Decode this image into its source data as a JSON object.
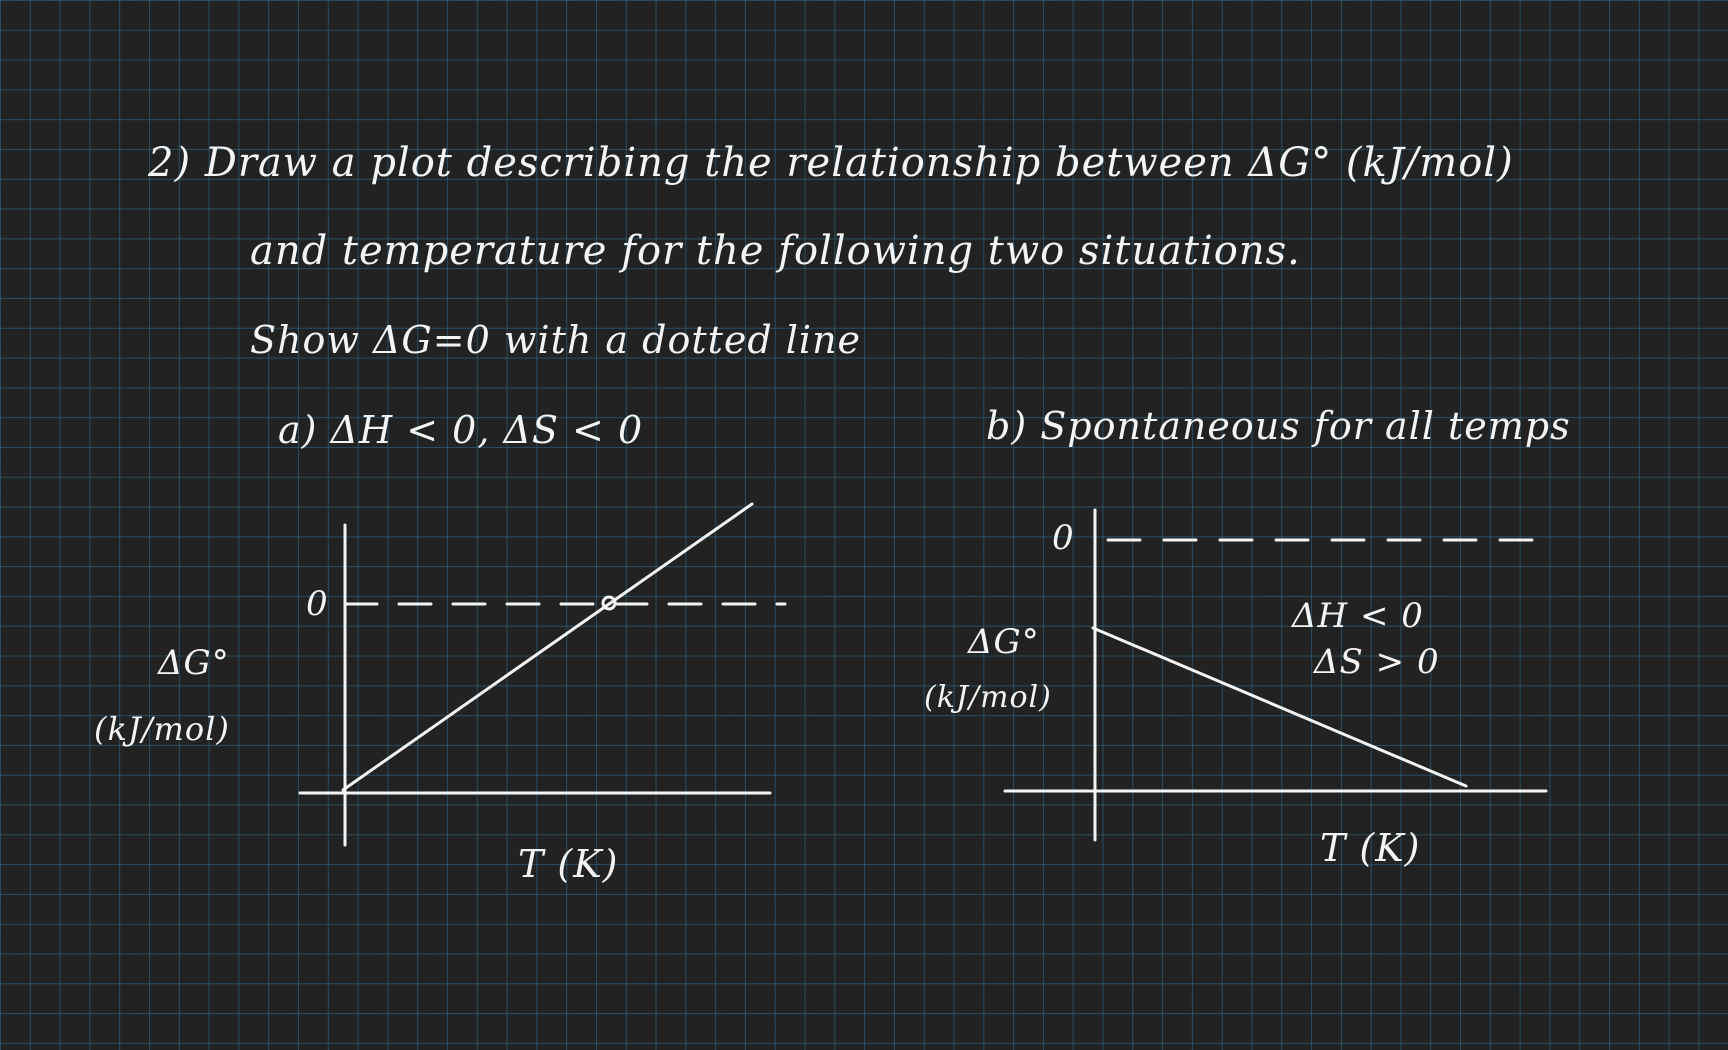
{
  "question": {
    "line1": "2) Draw a plot describing the relationship between ΔG° (kJ/mol)",
    "line2": "and temperature for the following two situations.",
    "line3": "Show ΔG=0 with a dotted line"
  },
  "part_a": {
    "heading": "a) ΔH < 0, ΔS < 0",
    "y_label": "ΔG°",
    "y_unit": "(kJ/mol)",
    "zero_tick": "0",
    "x_label": "T (K)"
  },
  "part_b": {
    "heading": "b) Spontaneous for all temps",
    "y_label": "ΔG°",
    "y_unit": "(kJ/mol)",
    "zero_tick": "0",
    "annotation_line1": "ΔH < 0",
    "annotation_line2": "ΔS > 0",
    "x_label": "T (K)"
  },
  "colors": {
    "background": "#222222",
    "grid": "#307096",
    "ink": "#f4f4f4"
  }
}
